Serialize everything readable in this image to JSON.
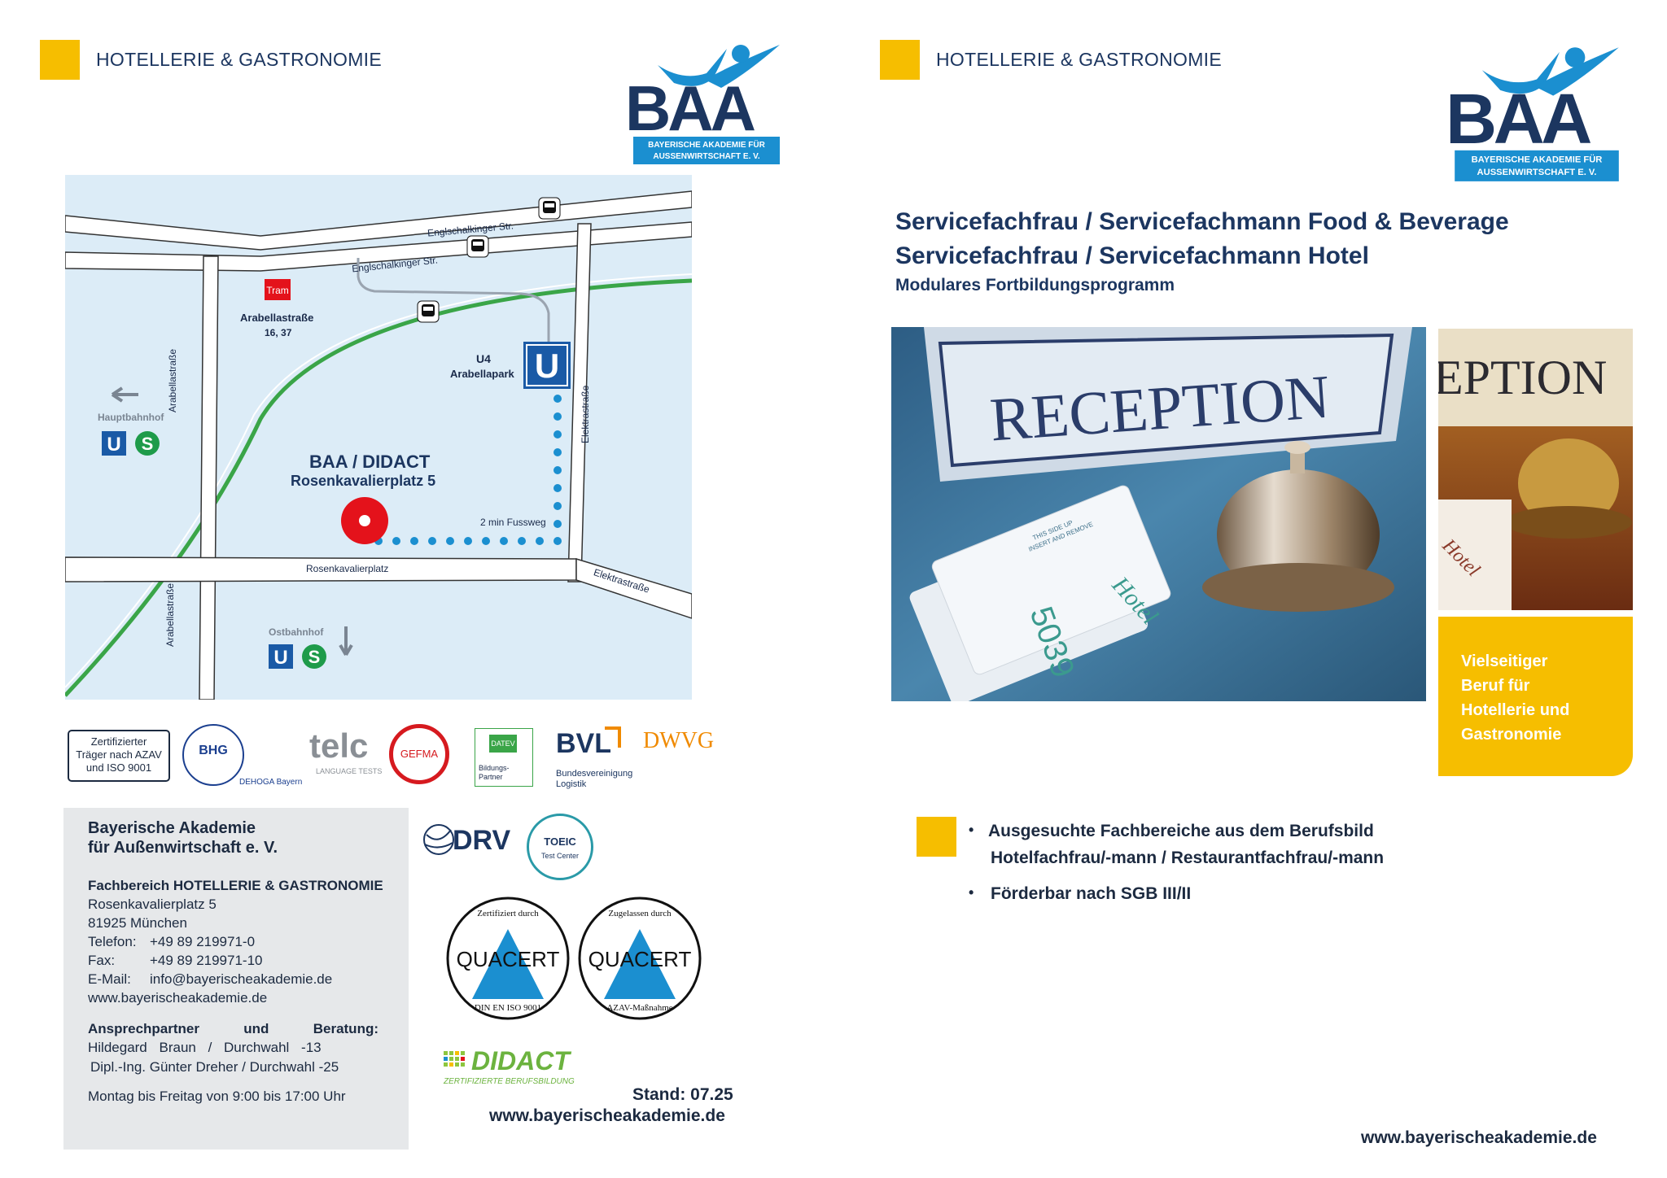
{
  "left_panel": {
    "section_label": "HOTELLERIE & GASTRONOMIE",
    "logo": {
      "text": "BAA",
      "subtitle_line1": "BAYERISCHE AKADEMIE FÜR",
      "subtitle_line2": "AUSSENWIRTSCHAFT E. V."
    },
    "map": {
      "street_englschalkinger_1": "Englschalkinger Str.",
      "street_englschalkinger_2": "Englschalkinger Str.",
      "tram_badge": "Tram",
      "stop_arabellastrasse": "Arabellastraße",
      "stop_lines": "16, 37",
      "u4_label": "U4",
      "u4_station": "Arabellapark",
      "hauptbahnhof": "Hauptbahnhof",
      "ostbahnhof": "Ostbahnhof",
      "street_arabella_1": "Arabellastraße",
      "street_arabella_2": "Arabellastraße",
      "street_elektra_1": "Elektrastraße",
      "street_elektra_2": "Elektrastraße",
      "street_rosenkavalier": "Rosenkavalierplatz",
      "destination_name": "BAA / DIDACT",
      "destination_addr": "Rosenkavalierplatz 5",
      "walk_label": "2 min Fussweg",
      "u_glyph": "U",
      "s_glyph": "S"
    },
    "certifications": {
      "azav_line1": "Zertifizierter",
      "azav_line2": "Träger nach AZAV",
      "azav_line3": "und ISO 9001",
      "dehoga": "DEHOGA Bayern",
      "bhg": "BHG",
      "telc": "telc",
      "telc_sub": "LANGUAGE TESTS",
      "gefma": "GEFMA",
      "datev": "DATEV",
      "datev_sub1": "Bildungs-",
      "datev_sub2": "Partner",
      "bvl": "BVL",
      "bvl_sub1": "Bundesvereinigung",
      "bvl_sub2": "Logistik",
      "dwvg": "DWVG",
      "drv": "DRV",
      "toeic": "TOEIC",
      "toeic_sub": "Test Center",
      "quacert_1": "QUACERT",
      "quacert_1_top": "Zertifiziert durch",
      "quacert_1_bottom": "DIN EN ISO 9001",
      "quacert_2": "QUACERT",
      "quacert_2_top": "Zugelassen durch",
      "quacert_2_bottom": "AZAV-Maßnahme",
      "didact": "DIDACT",
      "didact_sub": "ZERTIFIZIERTE BERUFSBILDUNG"
    },
    "address": {
      "org_line1": "Bayerische Akademie",
      "org_line2": "für Außenwirtschaft e. V.",
      "dept": "Fachbereich HOTELLERIE & GASTRONOMIE",
      "street": "Rosenkavalierplatz 5",
      "city": "81925 München",
      "phone_label": "Telefon:",
      "phone": "+49 89 219971-0",
      "fax_label": "Fax:",
      "fax": "+49 89 219971-10",
      "email_label": "E-Mail:",
      "email": "info@bayerischeakademie.de",
      "web": "www.bayerischeakademie.de",
      "contact_heading": "Ansprechpartner und Beratung:",
      "contact_1": "Hildegard Braun / Durchwahl -13",
      "contact_2": "Dipl.-Ing. Günter Dreher / Durchwahl -25",
      "hours": "Montag bis Freitag von 9:00 bis 17:00 Uhr"
    },
    "stand": "Stand: 07.25",
    "url": "www.bayerischeakademie.de"
  },
  "right_panel": {
    "section_label": "HOTELLERIE & GASTRONOMIE",
    "title_line1": "Servicefachfrau / Servicefachmann Food & Beverage",
    "title_line2": "Servicefachfrau / Servicefachmann Hotel",
    "subtitle": "Modulares Fortbildungsprogramm",
    "photo": {
      "sign_text": "RECEPTION",
      "card_number": "5039",
      "card_brand": "Hotel",
      "card_note1": "THIS SIDE UP",
      "card_note2": "INSERT AND REMOVE",
      "sign_text_crop": "EPTION",
      "card_brand_crop": "Hotel"
    },
    "promo_line1": "Vielseitiger",
    "promo_line2": "Beruf für",
    "promo_line3": "Hotellerie und",
    "promo_line4": "Gastronomie",
    "bullet_1a": "Ausgesuchte Fachbereiche aus dem Berufsbild",
    "bullet_1b": "Hotelfachfrau/-mann / Restaurantfachfrau/-mann",
    "bullet_2": "Förderbar nach SGB III/II",
    "bullet_glyph": "•",
    "url": "www.bayerischeakademie.de"
  },
  "colors": {
    "yellow": "#f6be00",
    "navy": "#1c3660",
    "baa_blue": "#1b8fd0",
    "map_bg": "#dcecf7",
    "green_line": "#3aa548",
    "u_blue": "#1a5aa6",
    "s_green": "#1e9b4a",
    "red_dest": "#e4121b"
  }
}
